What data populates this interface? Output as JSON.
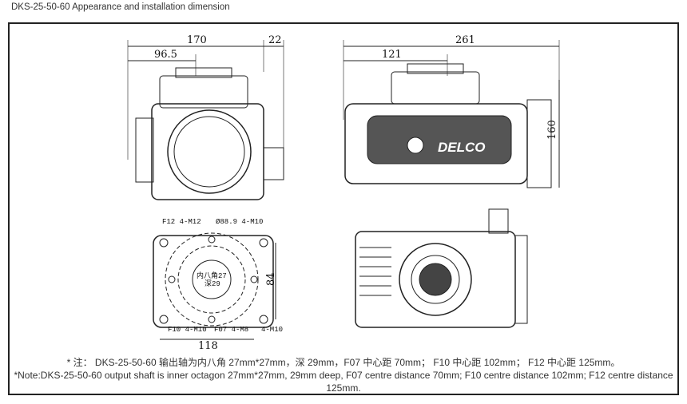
{
  "title": "DKS-25-50-60 Appearance and installation dimension",
  "dimensions": {
    "front_width": "170",
    "front_offset": "96.5",
    "front_side": "22",
    "side_length": "261",
    "side_offset": "121",
    "side_height": "160",
    "flange_height": "84",
    "flange_width": "118"
  },
  "flange_labels": {
    "f12": "F12 4-M12",
    "pcd": "Ø88.9 4-M10",
    "f10": "F10 4-M10",
    "f07": "F07 4-M8",
    "m10": "4-M10",
    "center_1": "内八角27",
    "center_2": "深29"
  },
  "brand": "DELCO",
  "notes": {
    "cn": "* 注： DKS-25-50-60 输出轴为内八角 27mm*27mm，深 29mm，F07 中心距 70mm； F10 中心距 102mm； F12 中心距 125mm。",
    "en": "*Note:DKS-25-50-60 output shaft is inner octagon 27mm*27mm, 29mm deep, F07 centre distance 70mm; F10 centre distance 102mm; F12 centre distance 125mm."
  }
}
